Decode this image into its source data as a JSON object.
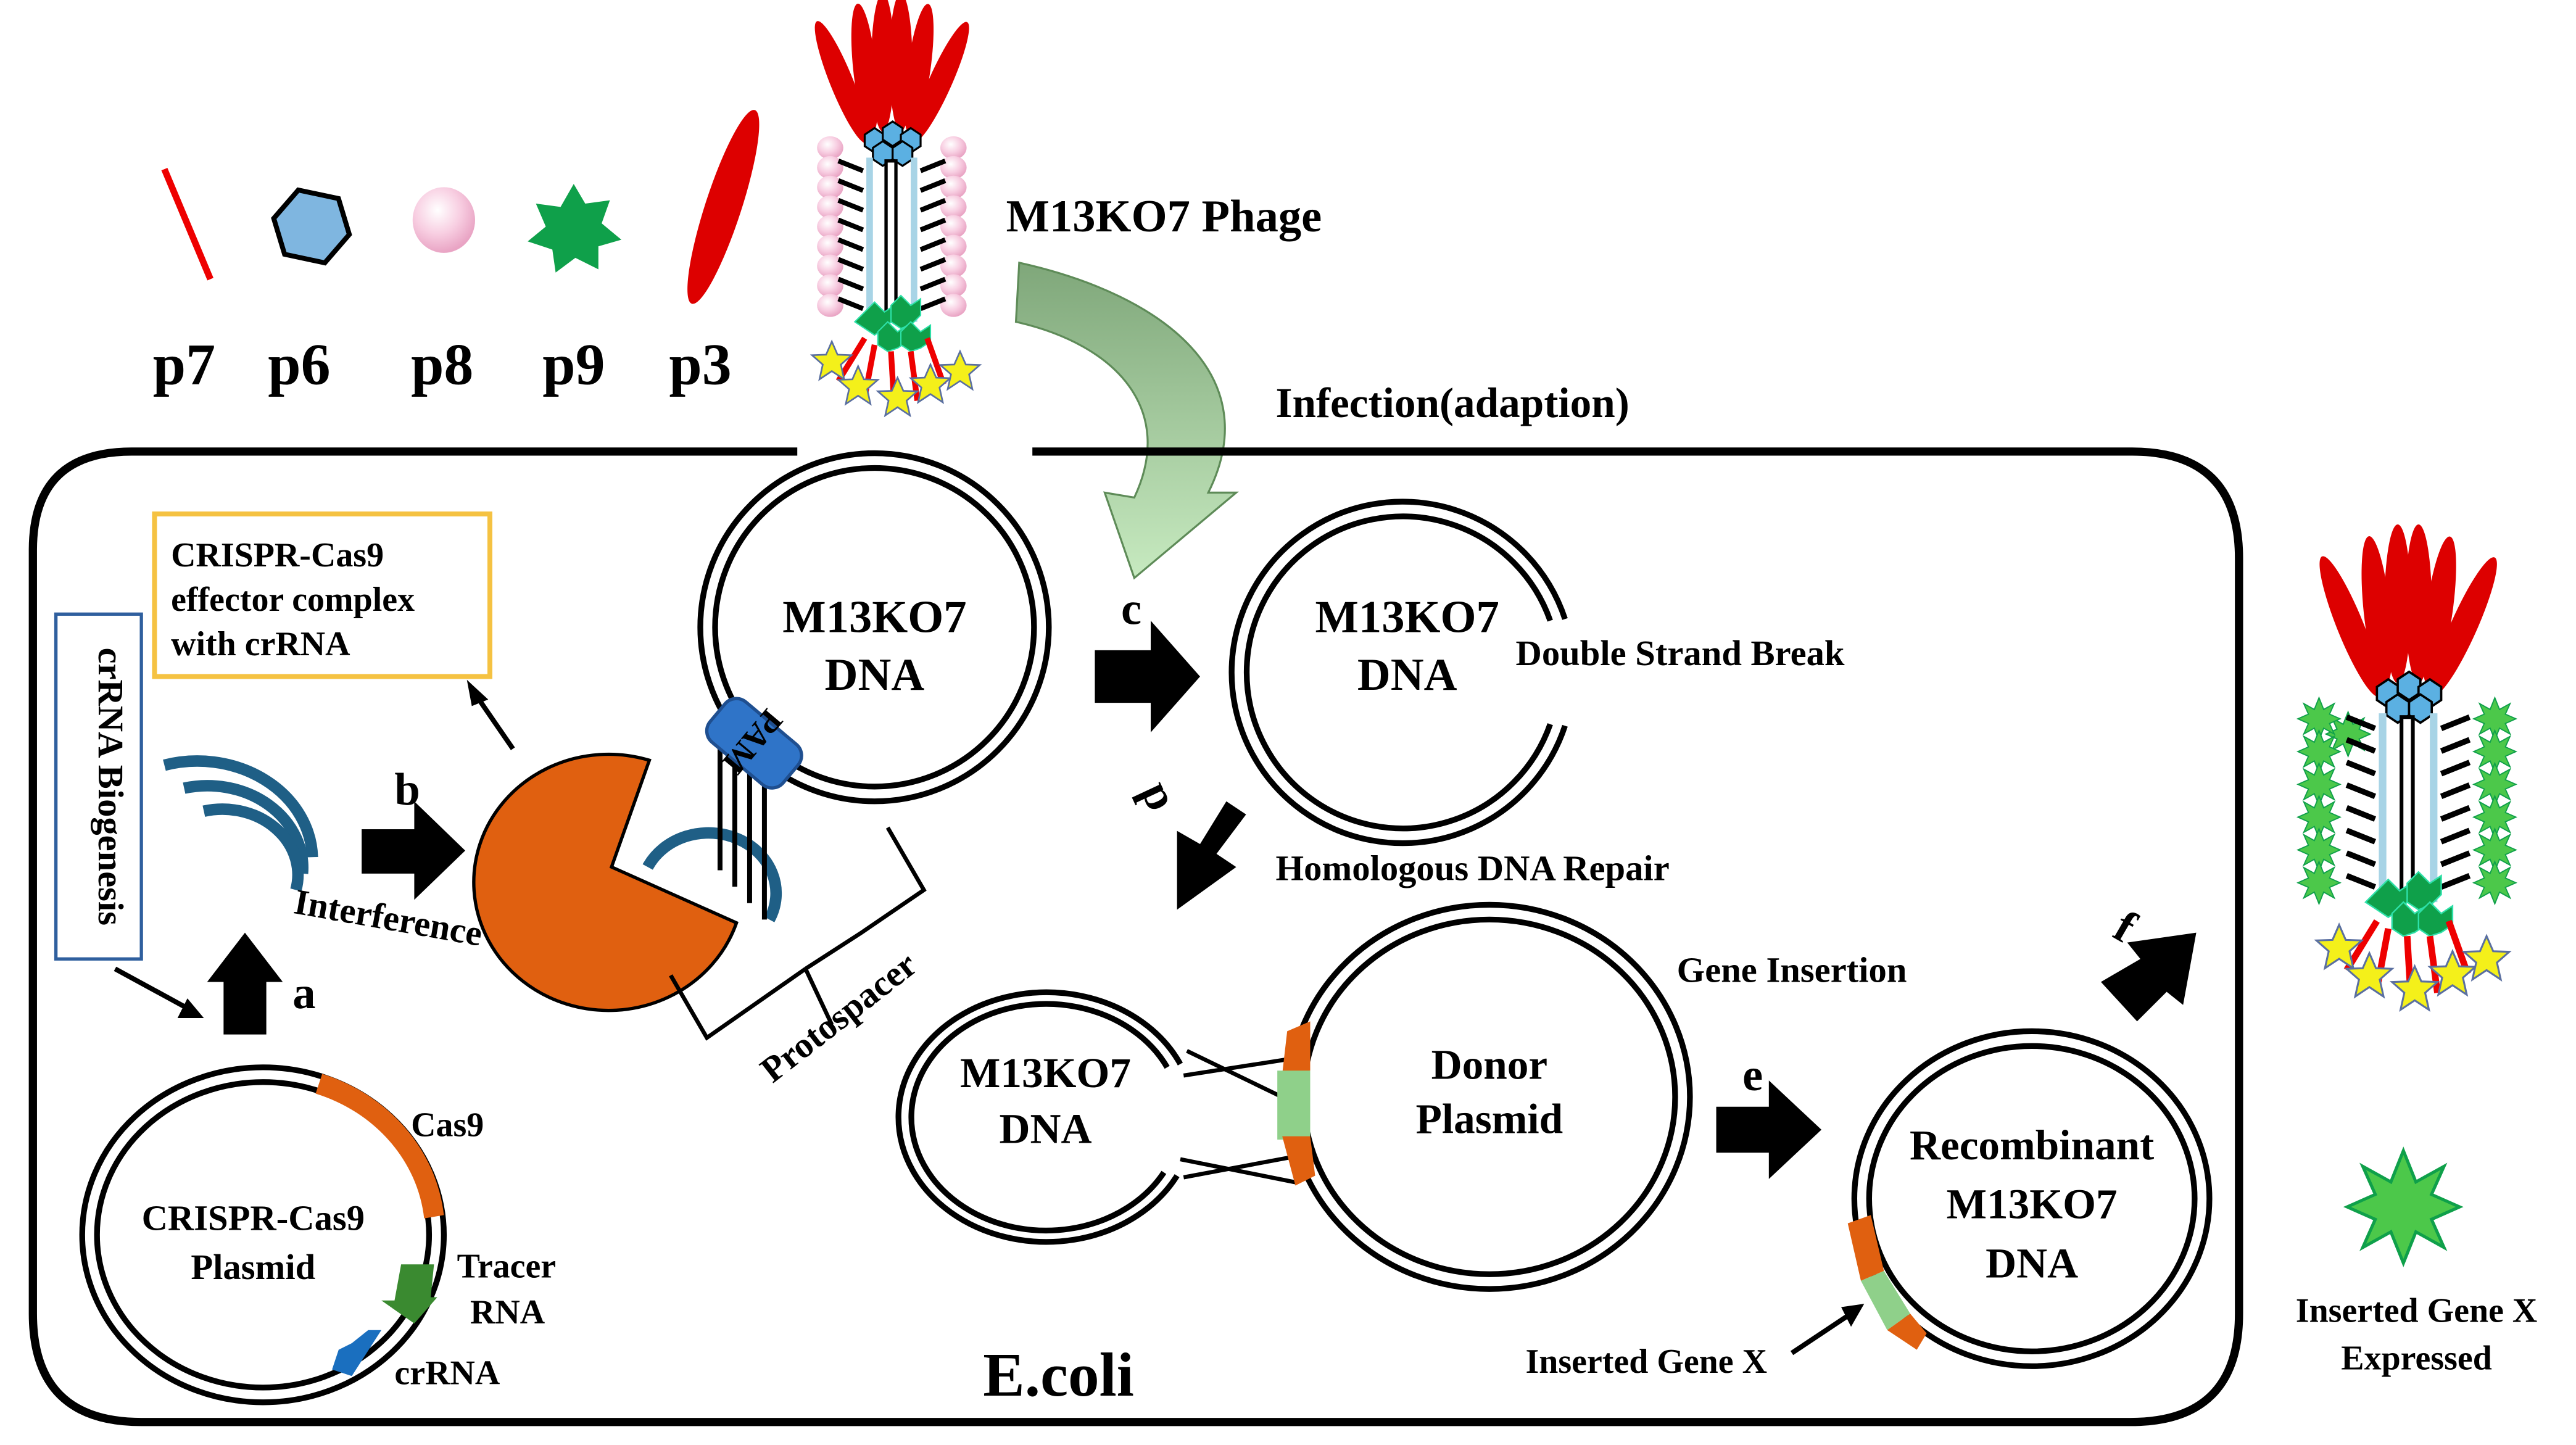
{
  "legend": {
    "items": [
      {
        "id": "p7",
        "label": "p7",
        "shape": "red-line"
      },
      {
        "id": "p6",
        "label": "p6",
        "shape": "blue-hexagon"
      },
      {
        "id": "p8",
        "label": "p8",
        "shape": "pink-sphere"
      },
      {
        "id": "p9",
        "label": "p9",
        "shape": "green-star"
      },
      {
        "id": "p3",
        "label": "p3",
        "shape": "red-ellipse"
      }
    ]
  },
  "phage": {
    "label": "M13KO7 Phage"
  },
  "infection": {
    "label": "Infection(adaption)"
  },
  "cell": {
    "label": "E.coli"
  },
  "effector_box": {
    "lines": [
      "CRISPR-Cas9",
      "effector complex",
      "with crRNA"
    ],
    "border_color": "#f5c242"
  },
  "biogenesis_box": {
    "label": "crRNA Biogenesis",
    "border_color": "#2f5f9e"
  },
  "steps": {
    "a": "a",
    "b": "b",
    "c": "c",
    "d": "d",
    "e": "e",
    "f": "f"
  },
  "labels": {
    "interference": "Interference",
    "pam": "PAM",
    "protospacer": "Protospacer",
    "double_strand_break": "Double Strand Break",
    "homologous_repair": "Homologous DNA Repair",
    "gene_insertion": "Gene Insertion",
    "inserted_gene_x": "Inserted Gene X",
    "inserted_gene_x_expressed_1": "Inserted Gene X",
    "inserted_gene_x_expressed_2": "Expressed"
  },
  "plasmids": {
    "crispr": {
      "line1": "CRISPR-Cas9",
      "line2": "Plasmid",
      "cas9": "Cas9",
      "tracer1": "Tracer",
      "tracer2": "RNA",
      "crrna": "crRNA"
    },
    "m13_target": {
      "line1": "M13KO7",
      "line2": "DNA"
    },
    "m13_broken": {
      "line1": "M13KO7",
      "line2": "DNA"
    },
    "m13_repair": {
      "line1": "M13KO7",
      "line2": "DNA"
    },
    "donor": {
      "line1": "Donor",
      "line2": "Plasmid"
    },
    "recombinant": {
      "line1": "Recombinant",
      "line2": "M13KO7",
      "line3": "DNA"
    }
  },
  "colors": {
    "cas9_orange": "#e06010",
    "tracer_green": "#3a8a30",
    "crrna_blue": "#1a6fbf",
    "rna_arc_blue": "#1f5f86",
    "gene_x_green": "#8fd08a",
    "p3_red": "#dd0000",
    "p6_blue": "#7fb6e0",
    "p8_pink": "#f6c6dc",
    "p9_green": "#0fa04a",
    "star_yellow": "#f4f01a",
    "infection_arrow": "#a8d5a0",
    "expressed_green": "#4cc84a"
  }
}
